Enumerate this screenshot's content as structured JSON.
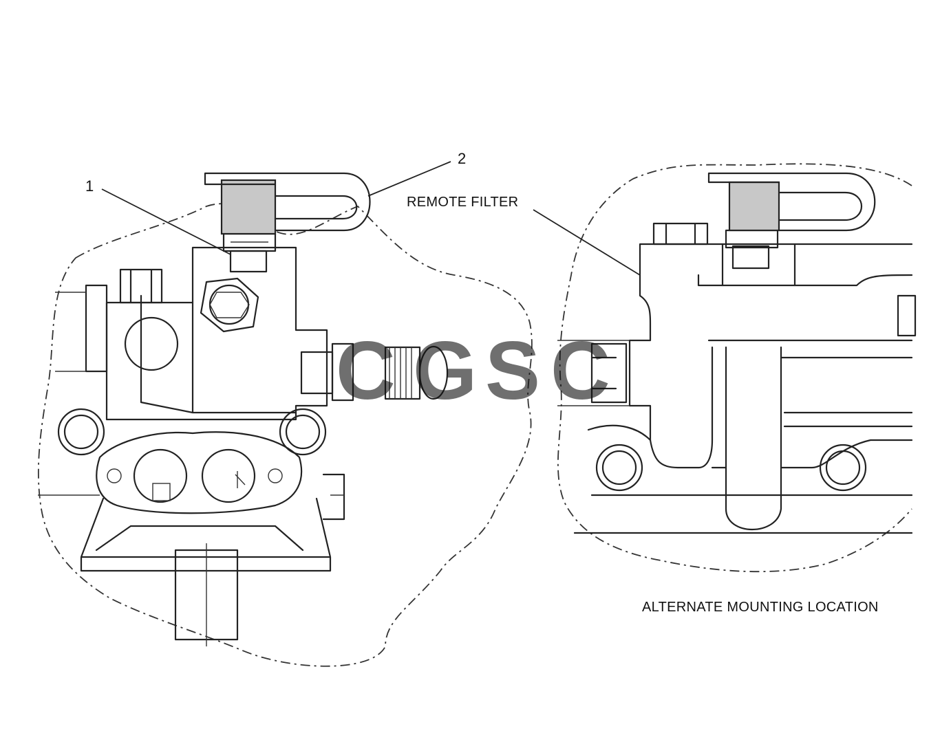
{
  "callouts": {
    "one": "1",
    "two": "2",
    "remote_filter": "REMOTE FILTER",
    "alternate_location": "ALTERNATE MOUNTING LOCATION"
  },
  "watermark": {
    "letters": [
      "C",
      "G",
      "S",
      "C"
    ],
    "colors": [
      "#4f8ff7",
      "#f06c6c",
      "#f7d34a",
      "#3aa86b"
    ]
  }
}
